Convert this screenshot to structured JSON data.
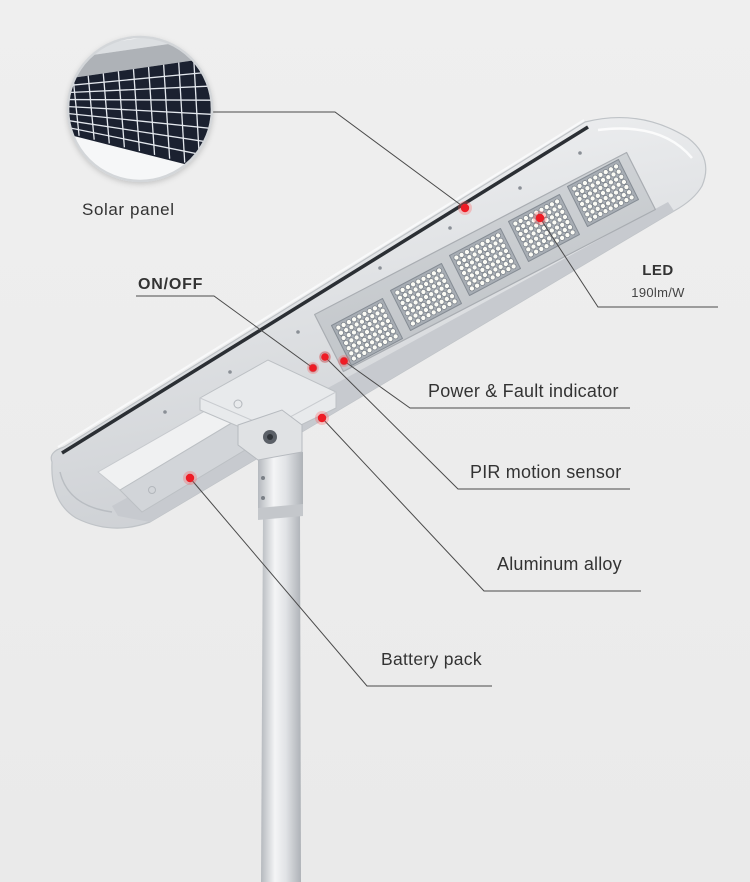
{
  "callouts": {
    "solar_panel": "Solar panel",
    "led": {
      "title": "LED",
      "spec": "190lm/W"
    },
    "on_off": "ON/OFF",
    "power_fault": "Power & Fault indicator",
    "pir": "PIR motion sensor",
    "aluminum": "Aluminum alloy",
    "battery": "Battery pack"
  },
  "colors": {
    "background": "#ececec",
    "marker": "#ee1c25",
    "leader_line": "#4a4a4a",
    "text": "#333333",
    "solar_cell": "#1b2130",
    "housing": "#dfe2e5"
  }
}
